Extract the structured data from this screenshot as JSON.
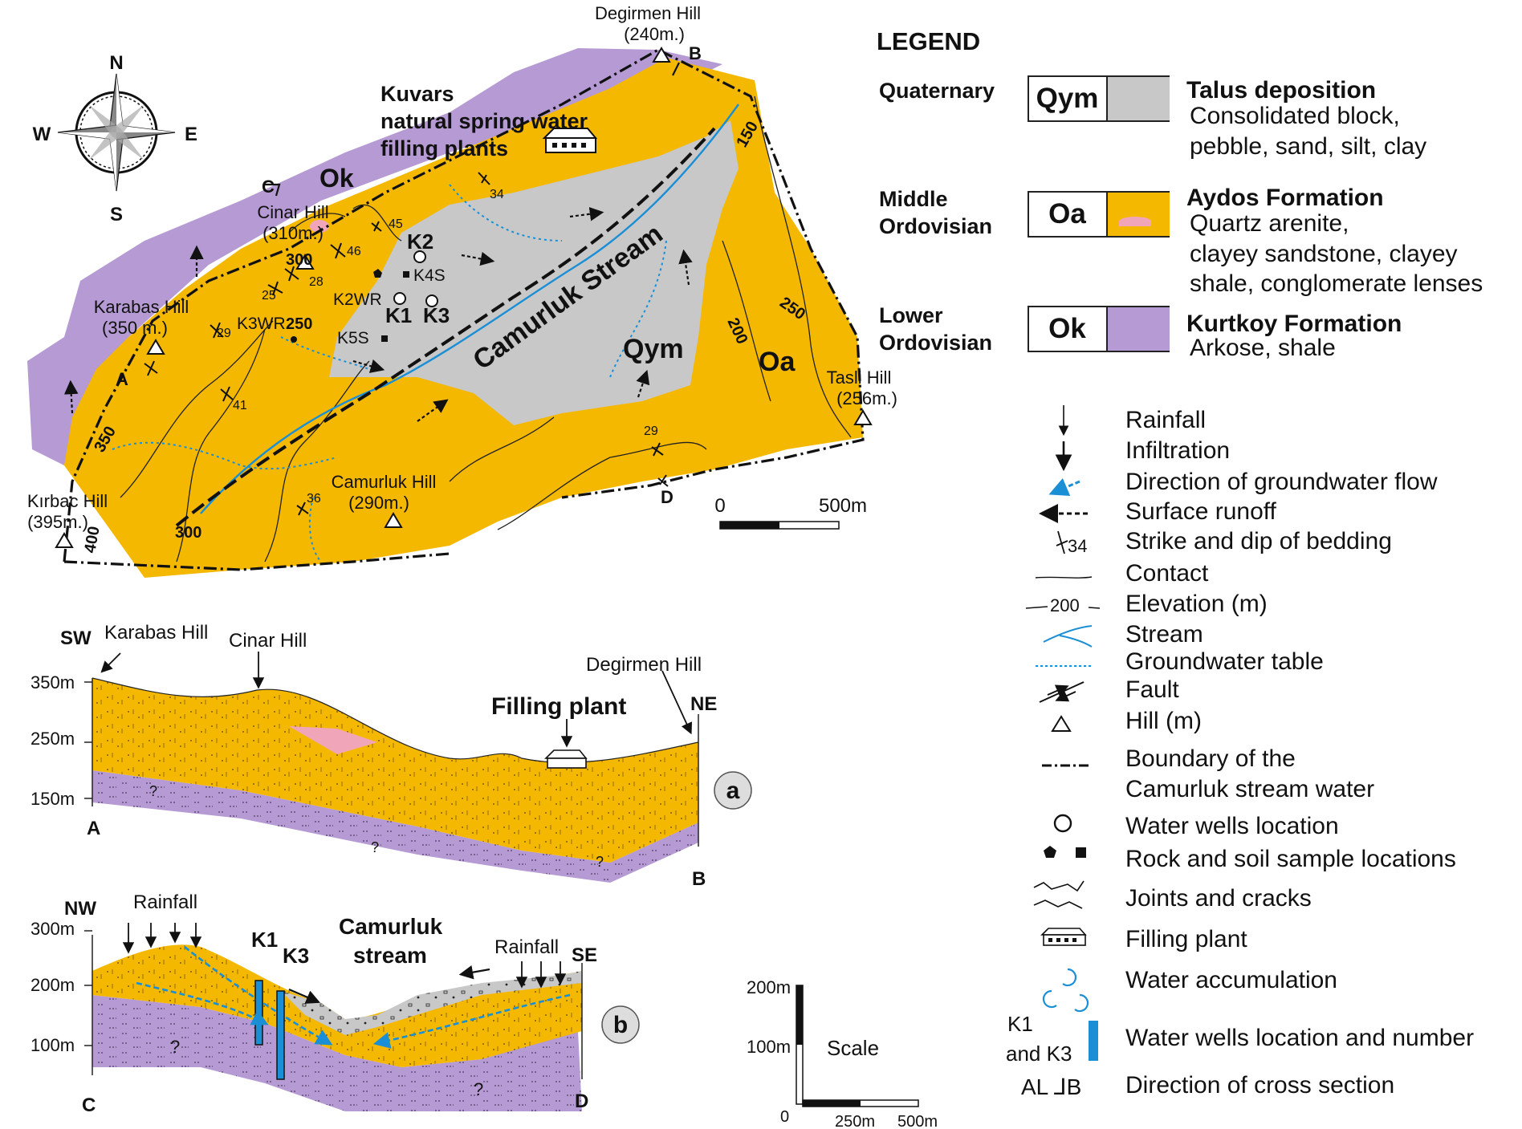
{
  "map": {
    "hills": [
      {
        "name": "Degirmen Hill",
        "elev": "(240m.)"
      },
      {
        "name": "Cinar Hill",
        "elev": "(310m.)"
      },
      {
        "name": "Karabas Hill",
        "elev": "(350 m.)"
      },
      {
        "name": "Tasli Hill",
        "elev": "(256m.)"
      },
      {
        "name": "Kırbac Hill",
        "elev": "(395m.)"
      },
      {
        "name": "Camurluk Hill",
        "elev": "(290m.)"
      }
    ],
    "plant_label": [
      "Kuvars",
      "natural spring water",
      "filling plants"
    ],
    "units": {
      "ok": "Ok",
      "oa": "Oa",
      "qym": "Qym"
    },
    "stream_label": "Camurluk Stream",
    "section_points": {
      "a": "A",
      "b": "B",
      "c": "C",
      "d": "D"
    },
    "wells": [
      "K1",
      "K2",
      "K3"
    ],
    "samples": [
      "K4S",
      "K5S",
      "K2WR",
      "K3WR"
    ],
    "contours": [
      "150",
      "200",
      "250",
      "250",
      "300",
      "300",
      "350",
      "400"
    ],
    "dips": [
      "34",
      "45",
      "46",
      "28",
      "25",
      "29",
      "41",
      "36",
      "29"
    ],
    "compass": {
      "n": "N",
      "s": "S",
      "e": "E",
      "w": "W"
    },
    "scale": {
      "zero": "0",
      "end": "500m"
    }
  },
  "section_a": {
    "left_dir": "SW",
    "right_dir": "NE",
    "labels": {
      "karabas": "Karabas Hill",
      "cinar": "Cinar Hill",
      "degirmen": "Degirmen Hill",
      "plant": "Filling plant"
    },
    "y_ticks": [
      "350m",
      "250m",
      "150m"
    ],
    "ends": {
      "left": "A",
      "right": "B"
    },
    "badge": "a",
    "unknown": "?"
  },
  "section_b": {
    "left_dir": "NW",
    "right_dir": "SE",
    "labels": {
      "rain_left": "Rainfall",
      "rain_right": "Rainfall",
      "k1": "K1",
      "k3": "K3",
      "stream": [
        "Camurluk",
        "stream"
      ]
    },
    "y_ticks": [
      "300m",
      "200m",
      "100m"
    ],
    "ends": {
      "left": "C",
      "right": "D"
    },
    "badge": "b",
    "unknown": "?"
  },
  "section_scale": {
    "v_ticks": [
      "200m",
      "100m"
    ],
    "label": "Scale",
    "zero": "0",
    "h_ticks": [
      "250m",
      "500m"
    ]
  },
  "legend": {
    "title": "LEGEND",
    "formations": [
      {
        "age": [
          "Quaternary"
        ],
        "code": "Qym",
        "name": "Talus deposition",
        "desc": [
          "Consolidated block,",
          "pebble, sand, silt, clay"
        ],
        "color": "#c8c8c8"
      },
      {
        "age": [
          "Middle",
          "Ordovisian"
        ],
        "code": "Oa",
        "name": "Aydos Formation",
        "desc": [
          "Quartz arenite,",
          "clayey sandstone, clayey",
          "shale, conglomerate lenses"
        ],
        "color": "#f5b800"
      },
      {
        "age": [
          "Lower",
          "Ordovisian"
        ],
        "code": "Ok",
        "name": "Kurtkoy Formation",
        "desc": [
          "Arkose, shale"
        ],
        "color": "#b59ad3"
      }
    ],
    "symbols": [
      {
        "icon": "rainfall-arrow",
        "label": "Rainfall"
      },
      {
        "icon": "infiltration-arrow",
        "label": "Infiltration"
      },
      {
        "icon": "groundwater-flow-arrow",
        "label": "Direction of groundwater flow"
      },
      {
        "icon": "surface-runoff-arrow",
        "label": "Surface runoff"
      },
      {
        "icon": "strike-dip",
        "glyph": "34",
        "label": "Strike and dip of bedding"
      },
      {
        "icon": "contact-line",
        "label": "Contact"
      },
      {
        "icon": "elevation-line",
        "glyph": "200",
        "label": "Elevation (m)"
      },
      {
        "icon": "stream-line",
        "label": "Stream"
      },
      {
        "icon": "groundwater-table-line",
        "label": "Groundwater table"
      },
      {
        "icon": "fault",
        "label": "Fault"
      },
      {
        "icon": "hill-triangle",
        "label": "Hill (m)"
      },
      {
        "icon": "boundary-line",
        "label": [
          "Boundary of the",
          "Camurluk stream water"
        ]
      },
      {
        "icon": "well-circle",
        "label": "Water wells location"
      },
      {
        "icon": "sample-markers",
        "label": "Rock and soil sample locations"
      },
      {
        "icon": "joints",
        "label": "Joints and cracks"
      },
      {
        "icon": "filling-plant",
        "label": "Filling plant"
      },
      {
        "icon": "water-accumulation",
        "label": "Water accumulation"
      },
      {
        "icon": "well-bar",
        "glyph": [
          "K1",
          "and K3"
        ],
        "label": "Water wells location and number"
      },
      {
        "icon": "section-direction",
        "glyph": "AL ⅃B",
        "label": "Direction of cross section"
      }
    ]
  },
  "colors": {
    "oa": "#f5b800",
    "ok": "#b59ad3",
    "qym": "#c8c8c8",
    "stream": "#1a8fd6",
    "gw": "#1a8fd6",
    "pink": "#f0a6b8"
  }
}
